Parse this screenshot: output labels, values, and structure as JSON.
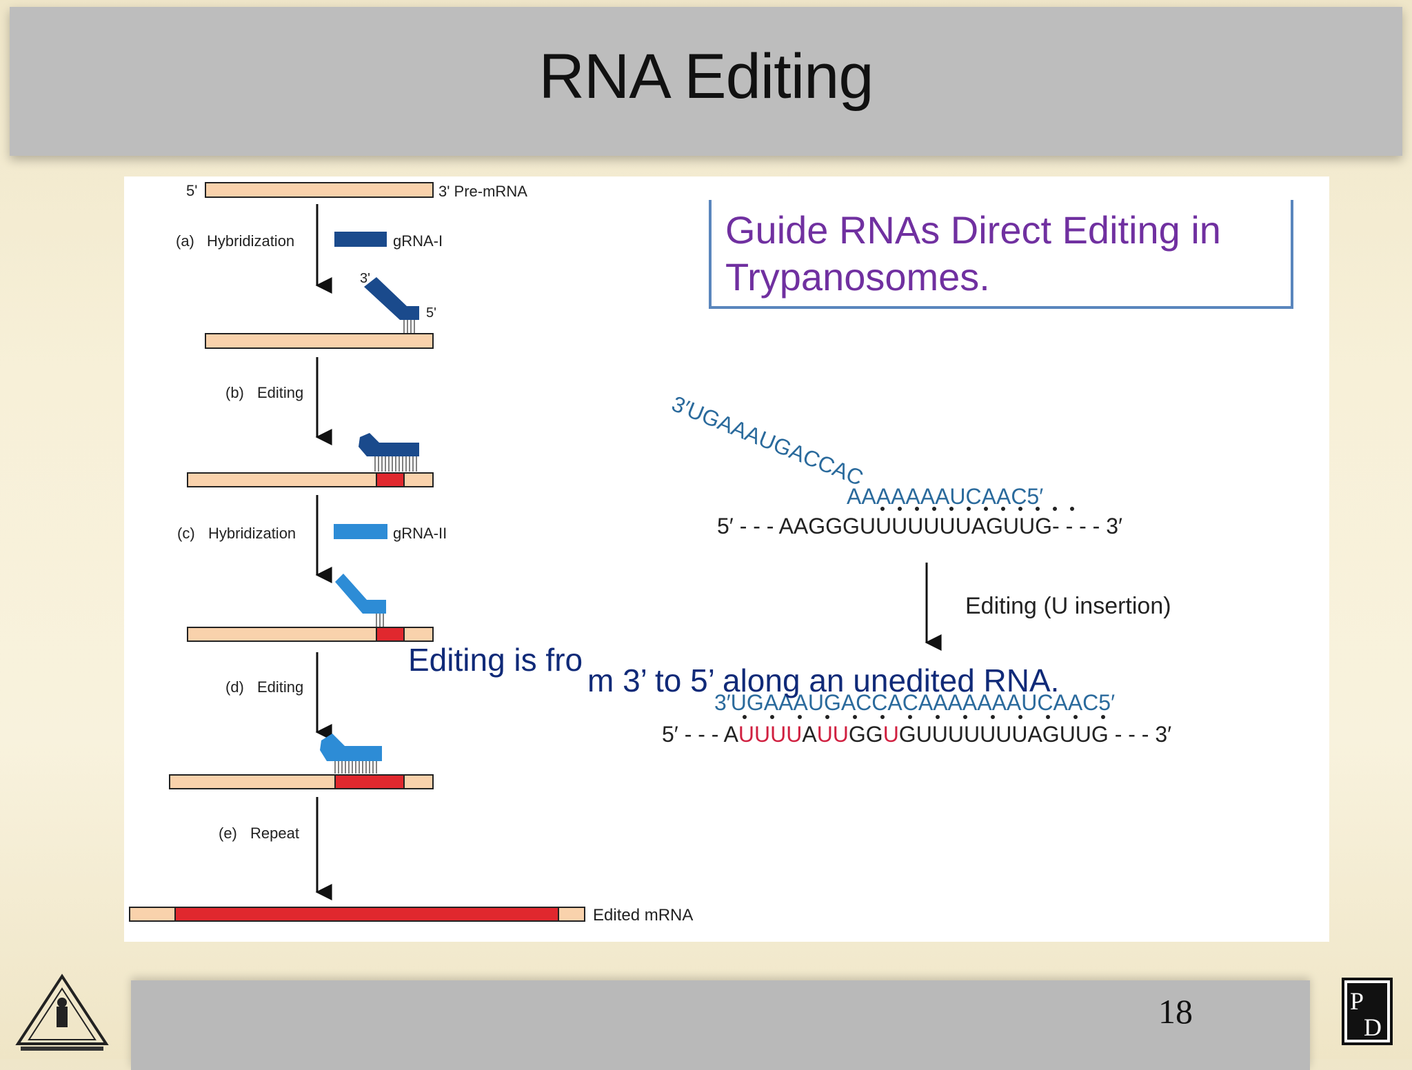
{
  "slide": {
    "title": "RNA Editing",
    "page_number": "18"
  },
  "diagram": {
    "labels": {
      "five_prime": "5'",
      "pre_mrna": "3' Pre-mRNA",
      "grna1": "gRNA-I",
      "grna2": "gRNA-II",
      "three_prime": "3'",
      "five_prime_b": "5'",
      "edited_mrna": "Edited mRNA"
    },
    "steps": [
      {
        "letter": "(a)",
        "label": "Hybridization"
      },
      {
        "letter": "(b)",
        "label": "Editing"
      },
      {
        "letter": "(c)",
        "label": "Hybridization"
      },
      {
        "letter": "(d)",
        "label": "Editing"
      },
      {
        "letter": "(e)",
        "label": "Repeat"
      }
    ]
  },
  "guide_box": {
    "line1": "Guide RNAs Direct Editing in",
    "line2": "Trypanosomes."
  },
  "sequences": {
    "guide_top_slanted": "3′UGAAAUGACCAC",
    "guide_top_flat": "AAAAAAAUCAAC5′",
    "mrna_before": "5′ - - - AAGGGUUUUUUUAGUUG- - - - 3′",
    "editing_label": "Editing (U insertion)",
    "guide_after": "3′UGAAAUGACCACAAAAAAAUCAAC5′",
    "mrna_after_prefix": "5′ - - - A",
    "mrna_after_u1": "UUUU",
    "mrna_after_mid1": "A",
    "mrna_after_u2": "UU",
    "mrna_after_mid2": "GG",
    "mrna_after_u3": "U",
    "mrna_after_rest": "GUUUUUUUAGUUG - - - 3′"
  },
  "notes": {
    "part1": "Editing is fro",
    "part2": "m 3’ to 5’ along an unedited RNA."
  },
  "colors": {
    "strand": "#f9d2ac",
    "edited": "#e0282e",
    "grna1": "#1a4a8c",
    "grna2": "#2d8cd6",
    "title_text": "#7030a0",
    "box_border": "#5a86bd",
    "note_text": "#102a78",
    "seq_guide": "#2a6a9c",
    "insert_u": "#d02040"
  }
}
